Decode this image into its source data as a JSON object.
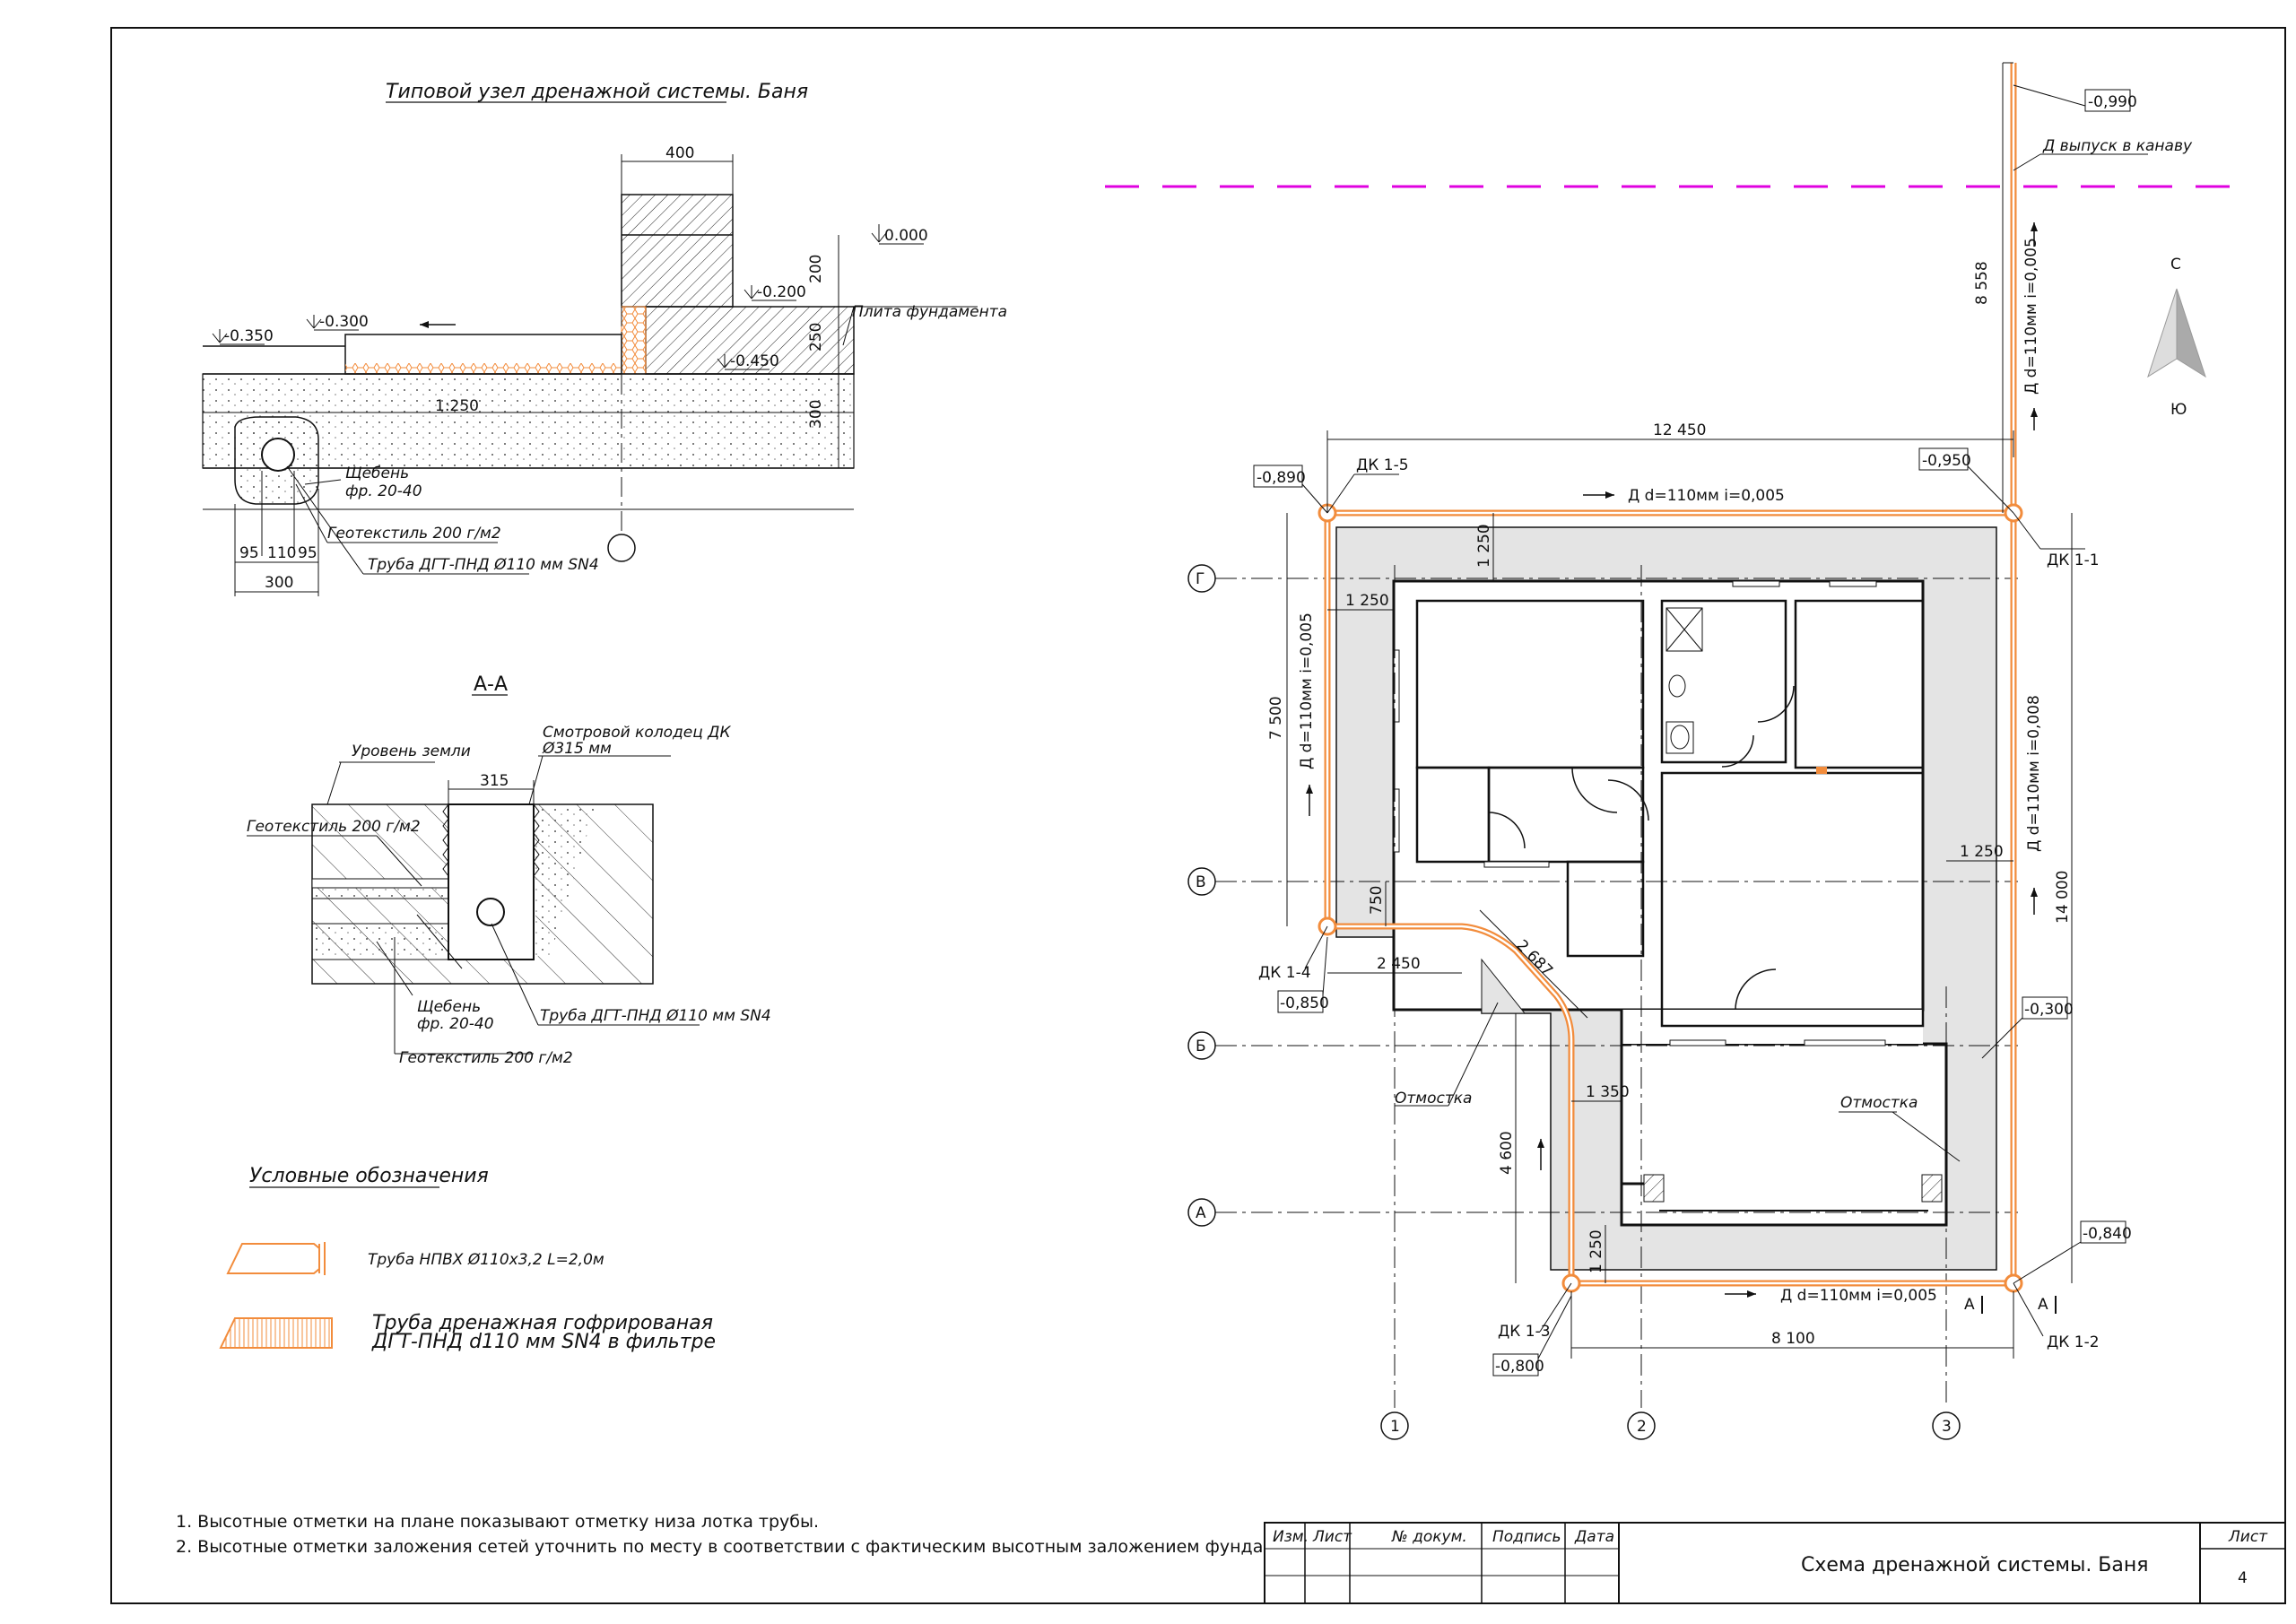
{
  "detail": {
    "title": "Типовой узел  дренажной системы. Баня",
    "dim_400": "400",
    "level_0000": "0.000",
    "level_0200": "-0.200",
    "level_0300": "-0.300",
    "level_0350": "-0.350",
    "level_0450": "-0.450",
    "dim_200": "200",
    "dim_250": "250",
    "dim_300v": "300",
    "slope": "1:250",
    "plate_label": "Плита фундамента",
    "gravel_label_1": "Щебень",
    "gravel_label_2": "фр. 20-40",
    "geotextile_label": "Геотекстиль 200 г/м2",
    "pipe_label": "Труба ДГТ-ПНД Ø110 мм SN4",
    "dim_95a": "95",
    "dim_110": "110",
    "dim_95b": "95",
    "dim_300": "300"
  },
  "section": {
    "title": "А-А",
    "ground_label": "Уровень земли",
    "well_label_1": "Смотровой колодец ДК",
    "well_label_2": "Ø315 мм",
    "dim_315": "315",
    "geotextile_top": "Геотекстиль 200 г/м2",
    "gravel_1": "Щебень",
    "gravel_2": "фр. 20-40",
    "pipe_label": "Труба ДГТ-ПНД Ø110 мм SN4",
    "geotextile_bottom": "Геотекстиль 200 г/м2"
  },
  "legend": {
    "title": "Условные обозначения",
    "item1": "Труба НПВХ Ø110х3,2 L=2,0м",
    "item2_line1": "Труба дренажная гофрированая",
    "item2_line2": "ДГТ-ПНД d110 мм SN4 в фильтре"
  },
  "notes": {
    "n1": "1. Высотные отметки на плане показывают отметку низа лотка трубы.",
    "n2": "2. Высотные отметки заложения сетей уточнить по месту в соответствии с фактическим высотным заложением фундамента здания."
  },
  "plan": {
    "level_top": "-0,990",
    "outlet_label": "Д выпуск в канаву",
    "dim_8558": "8 558",
    "pipe_vertical_top": "Д  d=110мм  i=0,005",
    "compass_n": "С",
    "compass_s": "Ю",
    "dim_12450": "12 450",
    "level_0890": "-0,890",
    "well_15": "ДК 1-5",
    "level_0950": "-0,950",
    "pipe_top": "Д  d=110мм  i=0,005",
    "well_11": "ДК 1-1",
    "dim_1250_top": "1 250",
    "dim_1250_left": "1 250",
    "dim_7500": "7 500",
    "pipe_left": "Д  d=110мм  i=0,005",
    "pipe_right": "Д  d=110мм  i=0,008",
    "dim_14000": "14 000",
    "dim_1250_right": "1 250",
    "dim_750": "750",
    "well_14": "ДК 1-4",
    "level_0850": "-0,850",
    "dim_2450": "2 450",
    "dim_2687": "2 687",
    "level_0300": "-0,300",
    "blind_area_1": "Отмостка",
    "blind_area_2": "Отмостка",
    "dim_1350": "1 350",
    "dim_4600": "4 600",
    "dim_1250_bottom": "1 250",
    "level_0840": "-0,840",
    "well_13": "ДК 1-3",
    "level_0800": "-0,800",
    "pipe_bottom": "Д  d=110мм  i=0,005",
    "section_mark_1": "А",
    "section_mark_2": "А",
    "well_12": "ДК 1-2",
    "dim_8100": "8 100",
    "axis_g": "Г",
    "axis_v": "В",
    "axis_b": "Б",
    "axis_a": "А",
    "axis_1": "1",
    "axis_2": "2",
    "axis_3": "3"
  },
  "title_block": {
    "col_izm": "Изм.",
    "col_list": "Лист",
    "col_doc": "№ докум.",
    "col_sign": "Подпись",
    "col_date": "Дата",
    "title": "Схема дренажной системы. Баня",
    "sheet_label": "Лист",
    "sheet_number": "4"
  },
  "colors": {
    "pipe": "#f28c3c",
    "pipe_dark": "#e06a10",
    "ditch": "#e000e0",
    "blind_area": "#e4e4e4",
    "line": "#111111"
  }
}
